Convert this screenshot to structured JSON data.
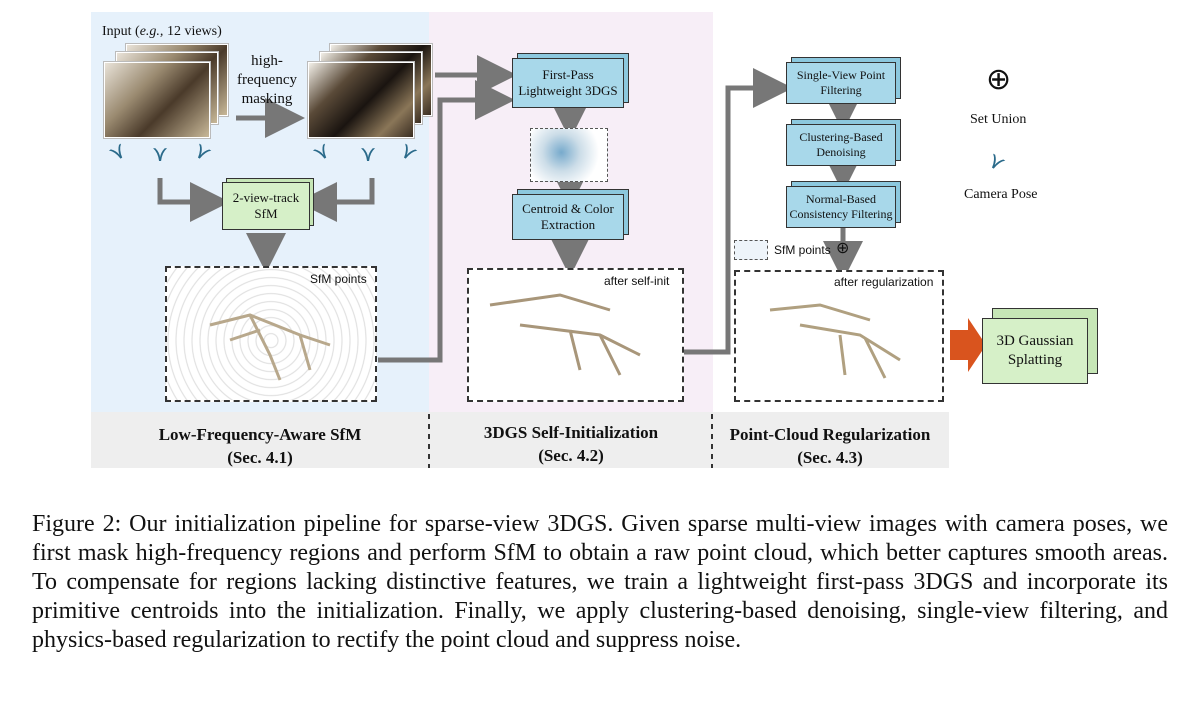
{
  "input_label": "Input (",
  "input_label_em": "e.g.,",
  "input_label_rest": "  12 views)",
  "masking_label_1": "high-",
  "masking_label_2": "frequency",
  "masking_label_3": "masking",
  "two_view_sfm": [
    "2-view-track",
    "SfM"
  ],
  "sfm_points_label": "SfM points",
  "first_pass": [
    "First-Pass",
    "Lightweight 3DGS"
  ],
  "centroid": [
    "Centroid & Color",
    "Extraction"
  ],
  "after_self_init": "after self-init",
  "single_view": [
    "Single-View Point",
    "Filtering"
  ],
  "clustering": [
    "Clustering-Based",
    "Denoising"
  ],
  "normal_based": [
    "Normal-Based",
    "Consistency Filtering"
  ],
  "sfm_points_union": "SfM points",
  "after_reg": "after regularization",
  "output": [
    "3D Gaussian",
    "Splatting"
  ],
  "legend": {
    "union": "Set Union",
    "camera": "Camera Pose"
  },
  "sections": [
    {
      "title": "Low-Frequency-Aware SfM",
      "sub": "(Sec. 4.1)"
    },
    {
      "title": "3DGS Self-Initialization",
      "sub": "(Sec. 4.2)"
    },
    {
      "title": "Point-Cloud Regularization",
      "sub": "(Sec. 4.3)"
    }
  ],
  "caption": "Figure 2: Our initialization pipeline for sparse-view 3DGS. Given sparse multi-view images with camera poses, we first mask high-frequency regions and perform SfM to obtain a raw point cloud, which better captures smooth areas. To compensate for regions lacking distinctive features, we train a lightweight first-pass 3DGS and incorporate its primitive centroids into the initialization. Finally, we apply clustering-based denoising, single-view filtering, and physics-based regularization to rectify the point cloud and suppress noise.",
  "colors": {
    "panel1": "#e6f1fb",
    "panel2": "#f7eef7",
    "sections_bg": "#eeeeee",
    "arrow": "#777777",
    "output_arrow": "#d9541e"
  }
}
